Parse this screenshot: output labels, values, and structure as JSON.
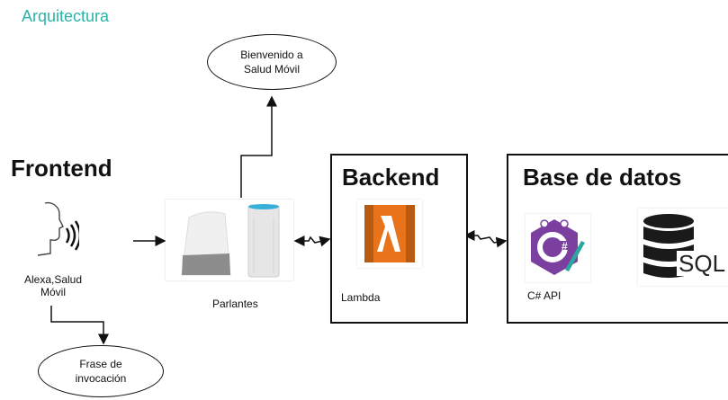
{
  "page_title": "Arquitectura",
  "frontend": {
    "heading": "Frontend",
    "user_label": "Alexa,Salud Móvil",
    "phrase_ellipse": "Frase de invocación"
  },
  "speakers": {
    "label": "Parlantes",
    "welcome_ellipse": "Bienvenido a Salud Móvil"
  },
  "backend": {
    "heading": "Backend",
    "service_label": "Lambda"
  },
  "database": {
    "heading": "Base de datos",
    "api_label": "C# API",
    "sql_label": "SQL"
  },
  "colors": {
    "title": "#2bb3a7",
    "lambda_orange": "#e8731a",
    "csharp_purple": "#7b3fa0"
  }
}
